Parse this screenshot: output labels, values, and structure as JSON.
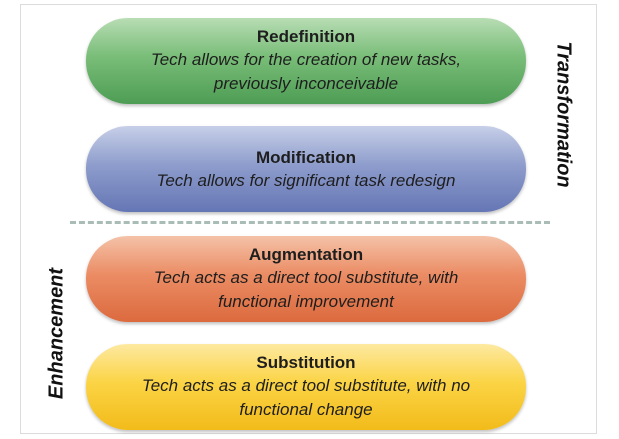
{
  "levels": [
    {
      "title": "Redefinition",
      "description_line1": "Tech allows for the creation of new tasks,",
      "description_line2": "previously inconceivable",
      "color": "#79bd78"
    },
    {
      "title": "Modification",
      "description_line1": "Tech allows for significant task redesign",
      "color": "#8e9dcc"
    },
    {
      "title": "Augmentation",
      "description_line1": "Tech acts as a direct tool substitute, with",
      "description_line2": "functional improvement",
      "color": "#eb8c64"
    },
    {
      "title": "Substitution",
      "description_line1": "Tech acts as a direct tool substitute, with no",
      "description_line2": "functional change",
      "color": "#fbd445"
    }
  ],
  "groups": {
    "upper": "Transformation",
    "lower": "Enhancement"
  },
  "divider_color": "#a9bcb6"
}
